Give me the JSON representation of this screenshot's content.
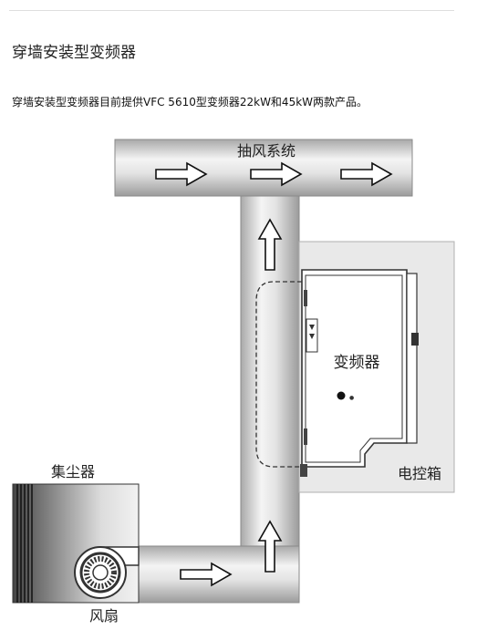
{
  "page": {
    "title": "穿墙安装型变频器",
    "description": "穿墙安装型变频器目前提供VFC 5610型变频器22kW和45kW两款产品。"
  },
  "diagram": {
    "labels": {
      "exhaust_system": "抽风系统",
      "inverter": "变频器",
      "control_cabinet": "电控箱",
      "dust_collector": "集尘器",
      "fan": "风扇"
    }
  }
}
